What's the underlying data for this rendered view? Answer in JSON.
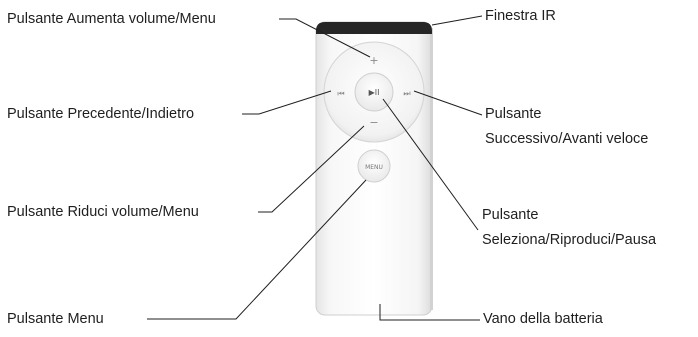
{
  "remote": {
    "plus_glyph": "+",
    "minus_glyph": "−",
    "prev_glyph": "⏮",
    "next_glyph": "⏭",
    "play_glyph": "▶II",
    "menu_label": "MENU"
  },
  "labels": {
    "volume_up_menu": "Pulsante Aumenta volume/Menu",
    "previous_rewind": "Pulsante Precedente/Indietro",
    "volume_down_menu": "Pulsante Riduci volume/Menu",
    "menu": "Pulsante Menu",
    "ir_window": "Finestra IR",
    "next_line1": "Pulsante",
    "next_line2": "Successivo/Avanti veloce",
    "select_line1": "Pulsante",
    "select_line2": "Seleziona/Riproduci/Pausa",
    "battery": "Vano della batteria"
  }
}
